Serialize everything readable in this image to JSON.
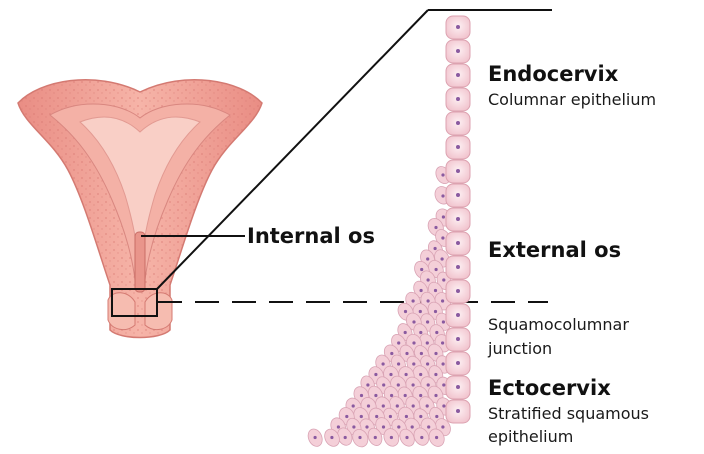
{
  "labels": {
    "endocervix": {
      "title": "Endocervix",
      "desc": "Columnar epithelium"
    },
    "internal_os": "Internal os",
    "external_os": "External os",
    "junction": {
      "line1": "Squamocolumnar",
      "line2": "junction"
    },
    "ectocervix": {
      "title": "Ectocervix",
      "desc_line1": "Stratified squamous",
      "desc_line2": "epithelium"
    }
  },
  "colors": {
    "tissue_pink": "#f2a59b",
    "tissue_dark": "#e07f78",
    "columnar_cell": "#f8dbe0",
    "squamous_cell": "#f4cfd8",
    "nucleus": "#8a5aa0",
    "line": "#111111"
  }
}
